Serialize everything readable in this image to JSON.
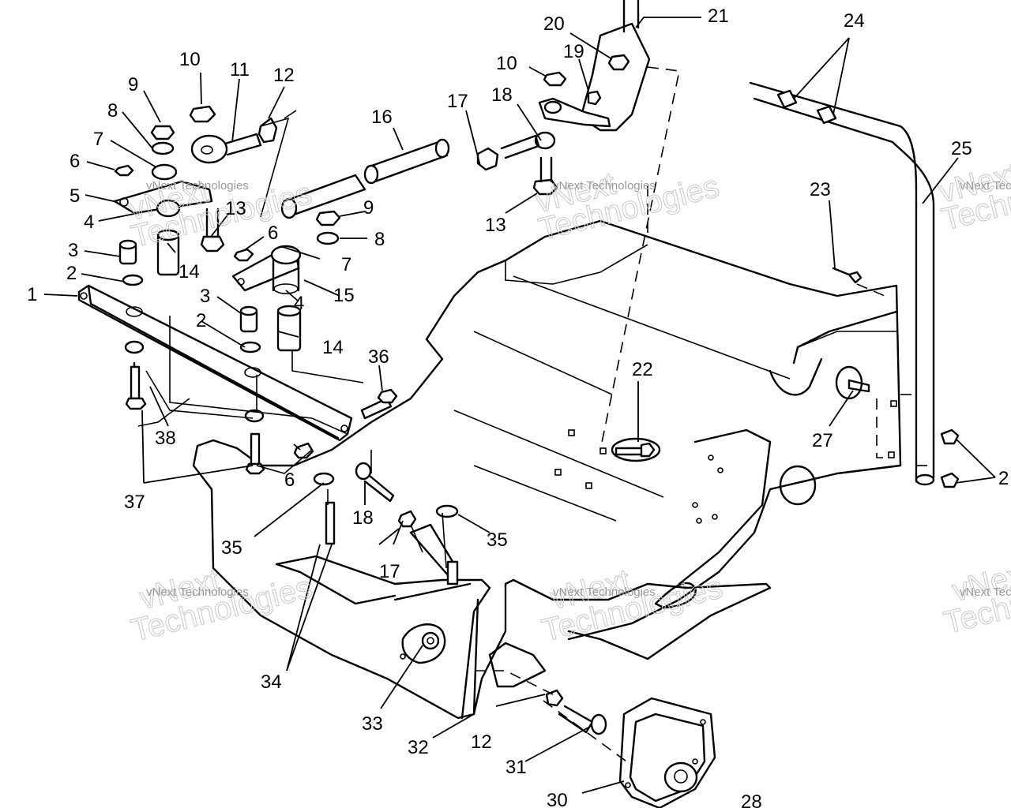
{
  "diagram": {
    "callouts": [
      {
        "id": "c1",
        "label": "1"
      },
      {
        "id": "c2a",
        "label": "2"
      },
      {
        "id": "c2b",
        "label": "2"
      },
      {
        "id": "c3a",
        "label": "3"
      },
      {
        "id": "c3b",
        "label": "3"
      },
      {
        "id": "c4a",
        "label": "4"
      },
      {
        "id": "c4b",
        "label": "4"
      },
      {
        "id": "c5",
        "label": "5"
      },
      {
        "id": "c6a",
        "label": "6"
      },
      {
        "id": "c6b",
        "label": "6"
      },
      {
        "id": "c6c",
        "label": "6"
      },
      {
        "id": "c7a",
        "label": "7"
      },
      {
        "id": "c7b",
        "label": "7"
      },
      {
        "id": "c8a",
        "label": "8"
      },
      {
        "id": "c8b",
        "label": "8"
      },
      {
        "id": "c9a",
        "label": "9"
      },
      {
        "id": "c9b",
        "label": "9"
      },
      {
        "id": "c10a",
        "label": "10"
      },
      {
        "id": "c10b",
        "label": "10"
      },
      {
        "id": "c11",
        "label": "11"
      },
      {
        "id": "c12a",
        "label": "12"
      },
      {
        "id": "c12b",
        "label": "12"
      },
      {
        "id": "c13a",
        "label": "13"
      },
      {
        "id": "c13b",
        "label": "13"
      },
      {
        "id": "c14a",
        "label": "14"
      },
      {
        "id": "c14b",
        "label": "14"
      },
      {
        "id": "c15",
        "label": "15"
      },
      {
        "id": "c16",
        "label": "16"
      },
      {
        "id": "c17a",
        "label": "17"
      },
      {
        "id": "c17b",
        "label": "17"
      },
      {
        "id": "c18a",
        "label": "18"
      },
      {
        "id": "c18b",
        "label": "18"
      },
      {
        "id": "c19",
        "label": "19"
      },
      {
        "id": "c20",
        "label": "20"
      },
      {
        "id": "c21",
        "label": "21"
      },
      {
        "id": "c22",
        "label": "22"
      },
      {
        "id": "c23",
        "label": "23"
      },
      {
        "id": "c24",
        "label": "24"
      },
      {
        "id": "c25",
        "label": "25"
      },
      {
        "id": "c26",
        "label": "2"
      },
      {
        "id": "c27",
        "label": "27"
      },
      {
        "id": "c28",
        "label": "28"
      },
      {
        "id": "c30",
        "label": "30"
      },
      {
        "id": "c31",
        "label": "31"
      },
      {
        "id": "c32",
        "label": "32"
      },
      {
        "id": "c33",
        "label": "33"
      },
      {
        "id": "c34",
        "label": "34"
      },
      {
        "id": "c35a",
        "label": "35"
      },
      {
        "id": "c35b",
        "label": "35"
      },
      {
        "id": "c36",
        "label": "36"
      },
      {
        "id": "c37",
        "label": "37"
      },
      {
        "id": "c38",
        "label": "38"
      }
    ]
  },
  "watermark": {
    "line1": "vNext Technologies",
    "brand_top": "vNext",
    "brand_bottom": "Technologies"
  }
}
